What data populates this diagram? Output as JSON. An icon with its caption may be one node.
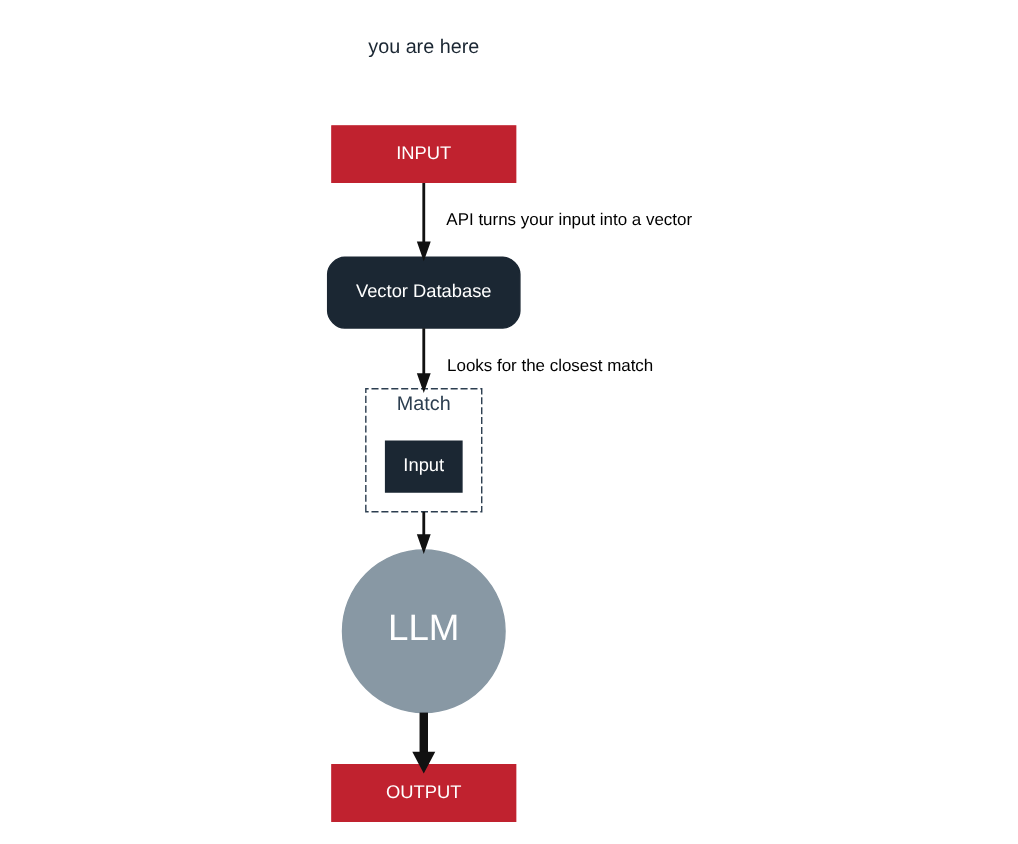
{
  "diagram": {
    "nodes": [
      {
        "text": [
          "INPUT"
        ],
        "beside": [
          "you are here"
        ]
      },
      {
        "text": [
          "Vector Database"
        ]
      },
      {
        "text": [
          "Match"
        ]
      },
      {
        "text": [
          "Input"
        ],
        "in": 2
      },
      {
        "text": [
          "LLM"
        ]
      },
      {
        "text": [
          "OUTPUT"
        ]
      }
    ],
    "edges": [
      {
        "from": 0,
        "to": 1,
        "arrow": "to",
        "label": "API turns your input into a vector"
      },
      {
        "from": 1,
        "to": 2,
        "arrow": "to",
        "label": "Looks for the closest match"
      },
      {
        "from": 2,
        "to": 4,
        "arrow": "to"
      },
      {
        "from": 4,
        "to": 5,
        "arrow": "to",
        "style": "thick"
      }
    ]
  }
}
